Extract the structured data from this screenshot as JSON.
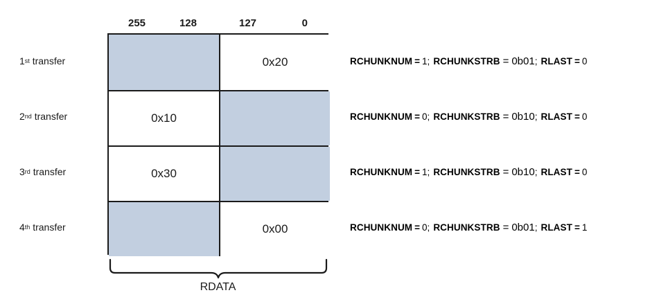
{
  "diagram": {
    "bit_header": {
      "left_column": {
        "msb": "255",
        "lsb": "128"
      },
      "right_column": {
        "msb": "127",
        "lsb": "0"
      }
    },
    "rows": [
      {
        "label_ordinal": "1",
        "label_suffix": "st",
        "label_text": "transfer",
        "left_cell": {
          "value": "",
          "state": "shaded"
        },
        "right_cell": {
          "value": "0x20",
          "state": "valid"
        },
        "signals": {
          "chunknum_name": "RCHUNKNUM",
          "chunknum_value": "1",
          "chunkstrb_name": "RCHUNKSTRB",
          "chunkstrb_value": "0b01",
          "last_name": "RLAST",
          "last_value": "0"
        }
      },
      {
        "label_ordinal": "2",
        "label_suffix": "nd",
        "label_text": "transfer",
        "left_cell": {
          "value": "0x10",
          "state": "valid"
        },
        "right_cell": {
          "value": "",
          "state": "shaded"
        },
        "signals": {
          "chunknum_name": "RCHUNKNUM",
          "chunknum_value": "0",
          "chunkstrb_name": "RCHUNKSTRB",
          "chunkstrb_value": "0b10",
          "last_name": "RLAST",
          "last_value": "0"
        }
      },
      {
        "label_ordinal": "3",
        "label_suffix": "rd",
        "label_text": "transfer",
        "left_cell": {
          "value": "0x30",
          "state": "valid"
        },
        "right_cell": {
          "value": "",
          "state": "shaded"
        },
        "signals": {
          "chunknum_name": "RCHUNKNUM",
          "chunknum_value": "1",
          "chunkstrb_name": "RCHUNKSTRB",
          "chunkstrb_value": "0b10",
          "last_name": "RLAST",
          "last_value": "0"
        }
      },
      {
        "label_ordinal": "4",
        "label_suffix": "th",
        "label_text": "transfer",
        "left_cell": {
          "value": "",
          "state": "shaded"
        },
        "right_cell": {
          "value": "0x00",
          "state": "valid"
        },
        "signals": {
          "chunknum_name": "RCHUNKNUM",
          "chunknum_value": "0",
          "chunkstrb_name": "RCHUNKSTRB",
          "chunkstrb_value": "0b01",
          "last_name": "RLAST",
          "last_value": "1"
        }
      }
    ],
    "bus_label": "RDATA",
    "separator": ";",
    "equals": "=",
    "colors": {
      "shaded_cell": "#c2cfe0",
      "valid_cell": "#ffffff",
      "border": "#1a1a1a",
      "text": "#1a1a1a"
    }
  }
}
